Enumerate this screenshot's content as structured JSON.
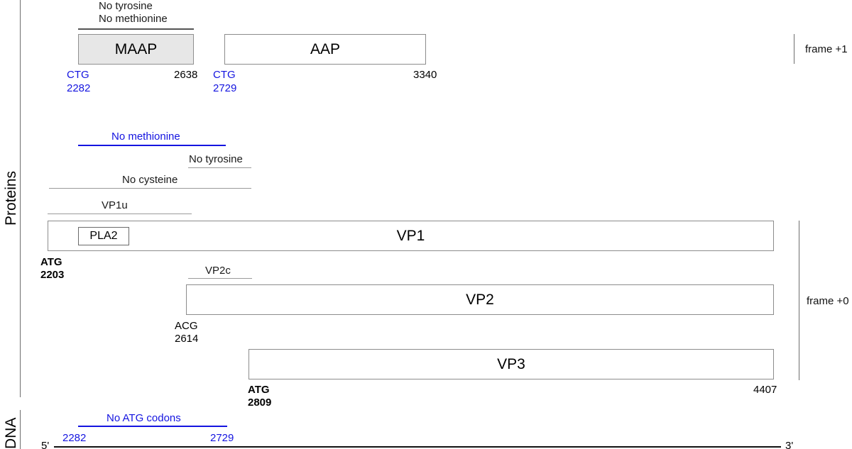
{
  "figure": {
    "sections": [
      {
        "name": "proteins",
        "label": "Proteins"
      },
      {
        "name": "dna",
        "label": "DNA"
      }
    ],
    "frames": [
      {
        "name": "frame-plus-1",
        "label": "frame +1"
      },
      {
        "name": "frame-plus-0",
        "label": "frame +0"
      }
    ],
    "colors": {
      "blue": "#1414e0",
      "black": "#000000",
      "box_border": "#8c8c8c",
      "box_fill": "#e7e7e7",
      "rule_gray": "#9a9a9a",
      "rule_dark": "#545454"
    }
  },
  "orfs": [
    {
      "id": "maap",
      "label": "MAAP",
      "frame": "frame +1",
      "start_codon": "CTG",
      "start_position": "2282",
      "end_position": "2638",
      "filled": true
    },
    {
      "id": "aap",
      "label": "AAP",
      "frame": "frame +1",
      "start_codon": "CTG",
      "start_position": "2729",
      "end_position": "3340",
      "filled": false
    },
    {
      "id": "vp1",
      "label": "VP1",
      "frame": "frame +0",
      "start_codon": "ATG",
      "start_position": "2203",
      "end_position": "",
      "filled": false
    },
    {
      "id": "vp2",
      "label": "VP2",
      "frame": "frame +0",
      "start_codon": "ACG",
      "start_position": "2614",
      "end_position": "",
      "filled": false
    },
    {
      "id": "vp3",
      "label": "VP3",
      "frame": "frame +0",
      "start_codon": "ATG",
      "start_position": "2809",
      "end_position": "4407",
      "filled": false
    }
  ],
  "subdomains": [
    {
      "id": "pla2",
      "label": "PLA2",
      "parent": "vp1"
    }
  ],
  "annotations": [
    {
      "id": "maap-no-tyrosine",
      "label": "No tyrosine",
      "color": "black",
      "target": "maap"
    },
    {
      "id": "maap-no-methionine",
      "label": "No methionine",
      "color": "black",
      "target": "maap"
    },
    {
      "id": "vp1-no-methionine",
      "label": "No methionine",
      "color": "blue",
      "target": "vp1"
    },
    {
      "id": "vp1-no-tyrosine",
      "label": "No tyrosine",
      "color": "black",
      "target": "vp1"
    },
    {
      "id": "vp1-no-cysteine",
      "label": "No cysteine",
      "color": "black",
      "target": "vp1"
    },
    {
      "id": "vp1u",
      "label": "VP1u",
      "color": "black",
      "target": "vp1"
    },
    {
      "id": "vp2c",
      "label": "VP2c",
      "color": "black",
      "target": "vp2"
    },
    {
      "id": "dna-no-atg",
      "label": "No ATG codons",
      "color": "blue",
      "target": "dna"
    }
  ],
  "dna": {
    "five_prime": "5'",
    "three_prime": "3'",
    "region_start": "2282",
    "region_end": "2729"
  }
}
